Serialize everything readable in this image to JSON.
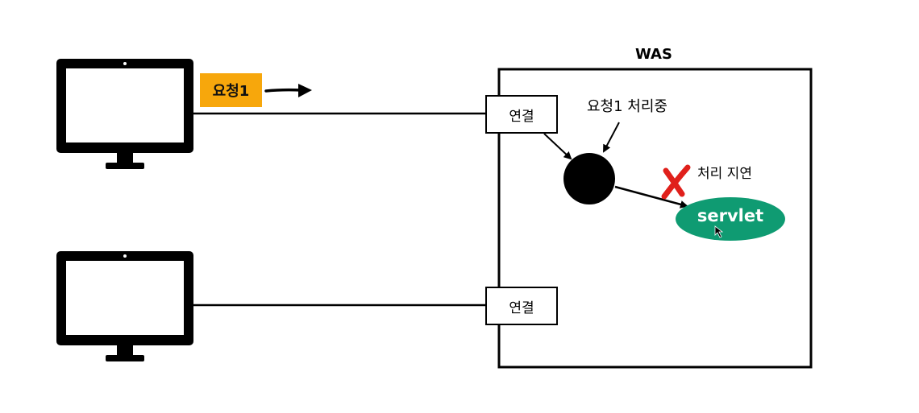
{
  "diagram": {
    "was_title": "WAS",
    "request_badge": "요청1",
    "connection_labels": [
      "연결",
      "연결"
    ],
    "processing_label": "요청1 처리중",
    "delay_label": "처리 지연",
    "servlet_label": "servlet"
  },
  "colors": {
    "request_badge": "#f7a70c",
    "servlet": "#0f9b72",
    "delay_mark": "#e0201b",
    "stroke": "#000000"
  },
  "icons": [
    "client-monitor-icon",
    "client-monitor-icon",
    "red-x-icon",
    "mouse-cursor-icon"
  ]
}
